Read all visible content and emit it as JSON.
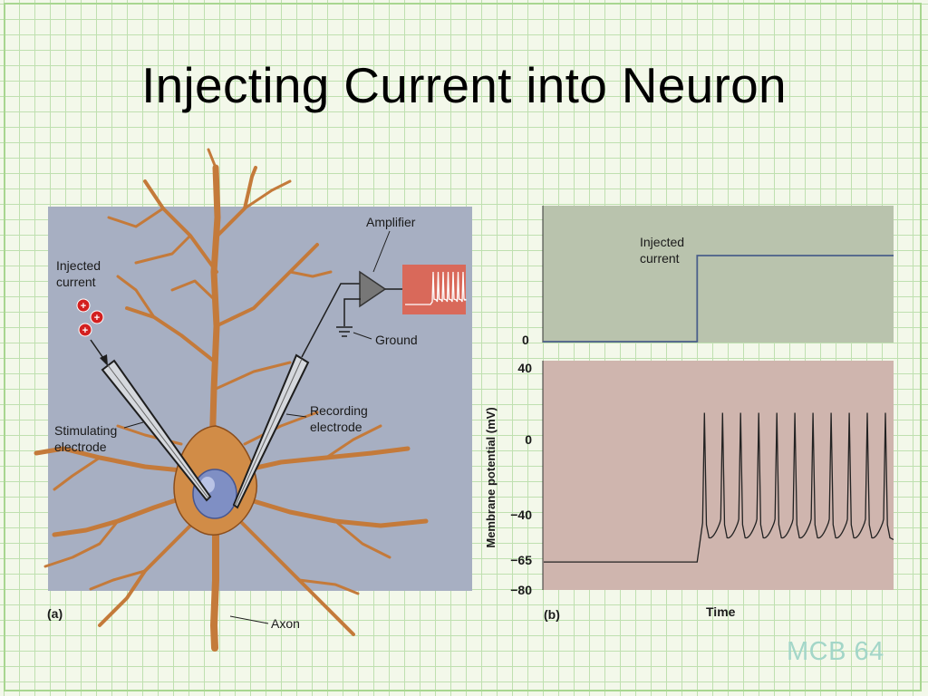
{
  "slide": {
    "title": "Injecting Current into Neuron",
    "footer": "MCB 64"
  },
  "panel_a": {
    "tag": "(a)",
    "labels": {
      "injected_current": [
        "Injected",
        "current"
      ],
      "amplifier": "Amplifier",
      "ground": "Ground",
      "recording_electrode": [
        "Recording",
        "electrode"
      ],
      "stimulating_electrode": [
        "Stimulating",
        "electrode"
      ],
      "axon": "Axon"
    },
    "ion_symbol": "+"
  },
  "panel_b": {
    "tag": "(b)",
    "injected_label": [
      "Injected",
      "current"
    ],
    "injected_axis_tick": "0",
    "ylabel": "Membrane potential (mV)",
    "xlabel": "Time",
    "yticks": [
      "40",
      "0",
      "−40",
      "−65",
      "−80"
    ]
  },
  "chart_data": [
    {
      "type": "line",
      "title": "",
      "series": [
        {
          "name": "Injected current",
          "x": [
            0,
            0.44,
            0.44,
            1
          ],
          "values": [
            0,
            0,
            1,
            1
          ]
        }
      ],
      "xlabel": "",
      "ylabel": "",
      "yticks": [
        0
      ]
    },
    {
      "type": "line",
      "title": "",
      "xlabel": "Time",
      "ylabel": "Membrane potential (mV)",
      "ylim": [
        -80,
        40
      ],
      "yticks": [
        40,
        0,
        -40,
        -65,
        -80
      ],
      "resting_potential_mv": -65,
      "spike_peak_mv": 15,
      "afterhyperpolarization_mv": -52,
      "spike_count": 11,
      "series": [
        {
          "name": "Membrane potential"
        }
      ]
    }
  ],
  "colors": {
    "panel_a_bg": "#a7afc2",
    "current_plot_bg": "#b9c3ad",
    "potential_plot_bg": "#cfb5ae",
    "neuron": "#d18c47",
    "neuron_outline": "#8a4d1c",
    "nucleus": "#7f8fc4",
    "positive_ion": "#d32020",
    "inset_trace_bg": "#d9695a",
    "footer": "#a3d6c8"
  }
}
